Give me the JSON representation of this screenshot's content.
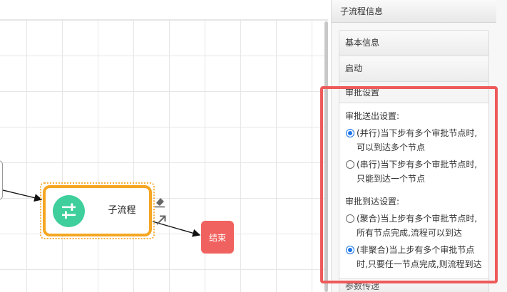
{
  "canvas": {
    "subprocess_node": {
      "label": "子流程"
    },
    "end_node": {
      "label": "结束"
    }
  },
  "panel": {
    "title": "子流程信息",
    "sections": {
      "basic": "基本信息",
      "start": "启动",
      "approval": "审批设置",
      "next": "参数传递"
    },
    "approval": {
      "send_title": "审批送出设置:",
      "send_options": [
        {
          "label": "(并行)当下步有多个审批节点时,可以到达多个节点",
          "checked": true
        },
        {
          "label": "(串行)当下步有多个审批节点时,只能到达一个节点",
          "checked": false
        }
      ],
      "arrive_title": "审批到达设置:",
      "arrive_options": [
        {
          "label": "(聚合)当上步有多个审批节点时,所有节点完成,流程可以到达",
          "checked": false
        },
        {
          "label": "(非聚合)当上步有多个审批节点时,只要任一节点完成,则流程到达",
          "checked": true
        }
      ]
    }
  },
  "colors": {
    "highlight": "#ee5a5a",
    "node_border": "#f5a623",
    "node_icon": "#3ecf9c",
    "end_node": "#f0625f",
    "radio_checked": "#1a73e8"
  }
}
